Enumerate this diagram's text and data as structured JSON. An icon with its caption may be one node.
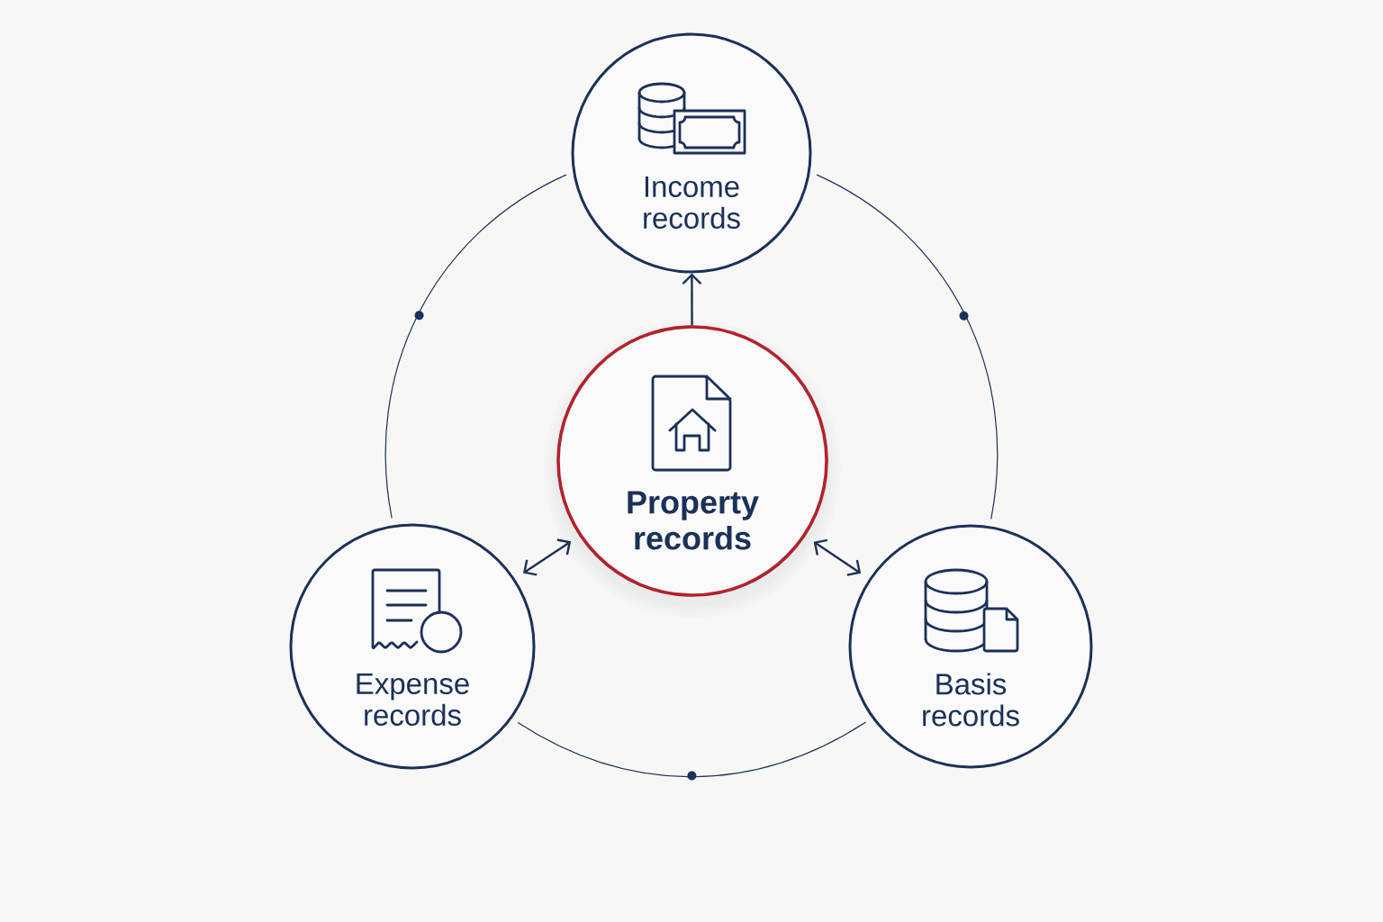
{
  "diagram": {
    "nodes": [
      {
        "text": [
          "Income records"
        ]
      },
      {
        "text": [
          "Property records"
        ]
      },
      {
        "text": [
          "Expense records"
        ]
      },
      {
        "text": [
          "Basis records"
        ]
      }
    ],
    "edges": [
      {
        "from": 1,
        "to": 0,
        "arrow": "to"
      },
      {
        "from": 1,
        "to": 2,
        "arrow": "both"
      },
      {
        "from": 1,
        "to": 3,
        "arrow": "both"
      },
      {
        "from": 0,
        "to": 2,
        "arrow": "none"
      },
      {
        "from": 0,
        "to": 3,
        "arrow": "none"
      },
      {
        "from": 2,
        "to": 3,
        "arrow": "none"
      }
    ]
  }
}
